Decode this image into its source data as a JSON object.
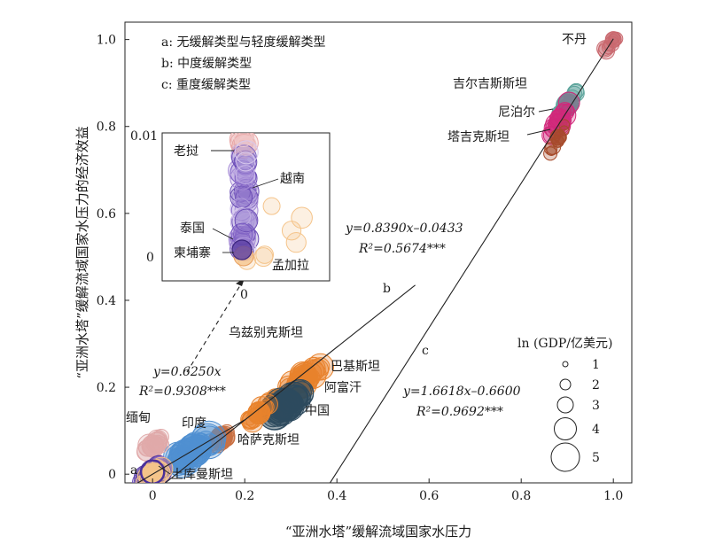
{
  "chart_data": {
    "type": "scatter",
    "xlabel": "“亚洲水塔”缓解流域国家水压力",
    "ylabel": "“亚洲水塔”缓解流域国家水压力的经济效益",
    "xlim": [
      -0.06,
      1.04
    ],
    "ylim": [
      -0.02,
      1.04
    ],
    "x_ticks": [
      "0",
      "0.2",
      "0.4",
      "0.6",
      "0.8",
      "1.0"
    ],
    "y_ticks": [
      "0",
      "0.2",
      "0.4",
      "0.6",
      "0.8",
      "1.0"
    ],
    "legend_types": [
      "a: 无缓解类型与轻度缓解类型",
      "b: 中度缓解类型",
      "c: 重度缓解类型"
    ],
    "size_legend": {
      "title": "ln (GDP/亿美元)",
      "levels": [
        "1",
        "2",
        "3",
        "4",
        "5"
      ]
    },
    "regressions": [
      {
        "id": "a",
        "label": "a",
        "slope": 0.625,
        "intercept": 0,
        "equation": "y=0.6250x",
        "r2": "R²=0.9308***",
        "x_range": [
          -0.06,
          0.2
        ]
      },
      {
        "id": "b",
        "label": "b",
        "slope": 0.839,
        "intercept": -0.0433,
        "equation": "y=0.8390x–0.0433",
        "r2": "R²=0.5674***",
        "x_range": [
          -0.06,
          0.57
        ]
      },
      {
        "id": "c",
        "label": "c",
        "slope": 1.6618,
        "intercept": -0.66,
        "equation": "y=1.6618x–0.6600",
        "r2": "R²=0.9692***",
        "x_range": [
          0.37,
          1.0
        ]
      }
    ],
    "countries": [
      {
        "name": "不丹",
        "x": 1.0,
        "y": 1.0,
        "size": 2,
        "color": "#c9686e"
      },
      {
        "name": "吉尔吉斯斯坦",
        "x": 0.9,
        "y": 0.85,
        "size": 3,
        "color": "#5aa39a"
      },
      {
        "name": "尼泊尔",
        "x": 0.885,
        "y": 0.815,
        "size": 3,
        "color": "#d1287a"
      },
      {
        "name": "塔吉克斯坦",
        "x": 0.88,
        "y": 0.775,
        "size": 2,
        "color": "#a64a2a"
      },
      {
        "name": "巴基斯坦",
        "x": 0.33,
        "y": 0.22,
        "size": 4,
        "color": "#e8822c"
      },
      {
        "name": "阿富汗",
        "x": 0.27,
        "y": 0.17,
        "size": 3,
        "color": "#e8822c"
      },
      {
        "name": "中国",
        "x": 0.29,
        "y": 0.16,
        "size": 5,
        "color": "#2d4a5e"
      },
      {
        "name": "乌兹别克斯坦",
        "x": 0.23,
        "y": 0.14,
        "size": 3,
        "color": "#e8822c"
      },
      {
        "name": "哈萨克斯坦",
        "x": 0.15,
        "y": 0.085,
        "size": 3,
        "color": "#c97042"
      },
      {
        "name": "印度",
        "x": 0.09,
        "y": 0.055,
        "size": 5,
        "color": "#4f8fd1"
      },
      {
        "name": "缅甸",
        "x": 0.0,
        "y": 0.065,
        "size": 3,
        "color": "#e0a9a9"
      },
      {
        "name": "土库曼斯坦",
        "x": 0.0,
        "y": 0.005,
        "size": 3,
        "color": "#5b3fa3"
      },
      {
        "name": "老挝",
        "x": 0.0,
        "y": 0.0,
        "size": 2,
        "color": "#e8a5a5"
      },
      {
        "name": "越南",
        "x": 0.0,
        "y": 0.0,
        "size": 3,
        "color": "#7055b8"
      },
      {
        "name": "泰国",
        "x": 0.0,
        "y": 0.0,
        "size": 3,
        "color": "#8a63c9"
      },
      {
        "name": "柬埔寨",
        "x": 0.0,
        "y": 0.0,
        "size": 3,
        "color": "#5b3fa3"
      },
      {
        "name": "孟加拉",
        "x": 0.0,
        "y": 0.0,
        "size": 3,
        "color": "#f5c48a"
      }
    ],
    "inset": {
      "x_tick": "0",
      "y_ticks": [
        "0",
        "0.01"
      ],
      "labels": [
        "老挝",
        "越南",
        "泰国",
        "柬埔寨",
        "孟加拉"
      ]
    },
    "grid": false
  },
  "labels": {
    "bhutan": "不丹",
    "kyrgyz": "吉尔吉斯斯坦",
    "nepal": "尼泊尔",
    "tajik": "塔吉克斯坦",
    "pakistan": "巴基斯坦",
    "afghan": "阿富汗",
    "china": "中国",
    "uzbek": "乌兹别克斯坦",
    "kazakh": "哈萨克斯坦",
    "india": "印度",
    "myanmar": "缅甸",
    "turkmen": "土库曼斯坦"
  },
  "colors": {
    "orange": "#e8822c",
    "brown": "#a64a2a",
    "purple": "#5b3fa3",
    "pink": "#e8a5a5",
    "navy": "#2d4a5e",
    "blue": "#4f8fd1"
  }
}
